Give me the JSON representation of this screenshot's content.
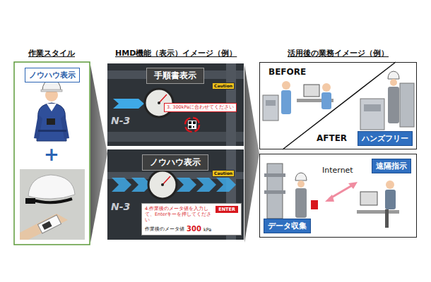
{
  "diagram": {
    "nodes": [
      {
        "text": [
          "ノウハウ表示"
        ]
      },
      {
        "text": [
          "手順書表示"
        ]
      },
      {
        "text": [
          "3. 300kPaに合わせてください"
        ],
        "in": 1
      },
      {
        "text": [
          "ノウハウ表示"
        ]
      },
      {
        "text": [
          "4.作業後のメータ値を入力して、Enterキーを押してください",
          "作業後のメータ値",
          "300",
          "kPa"
        ],
        "in": 3
      },
      {
        "text": [
          "ENTER"
        ],
        "in": 4
      },
      {
        "text": [
          "BEFORE",
          "AFTER"
        ]
      },
      {
        "text": [
          "ハンズフリー"
        ],
        "in": 6
      },
      {
        "text": [
          "Internet"
        ]
      },
      {
        "text": [
          "遠隔指示"
        ],
        "in": 8
      },
      {
        "text": [
          "データ収集"
        ],
        "in": 8
      }
    ],
    "labels": [
      "作業スタイル",
      "HMD機能（表示）イメージ（例）",
      "活用後の業務イメージ（例）",
      "+",
      "N-3",
      "Caution",
      "N-3",
      "Caution"
    ]
  }
}
